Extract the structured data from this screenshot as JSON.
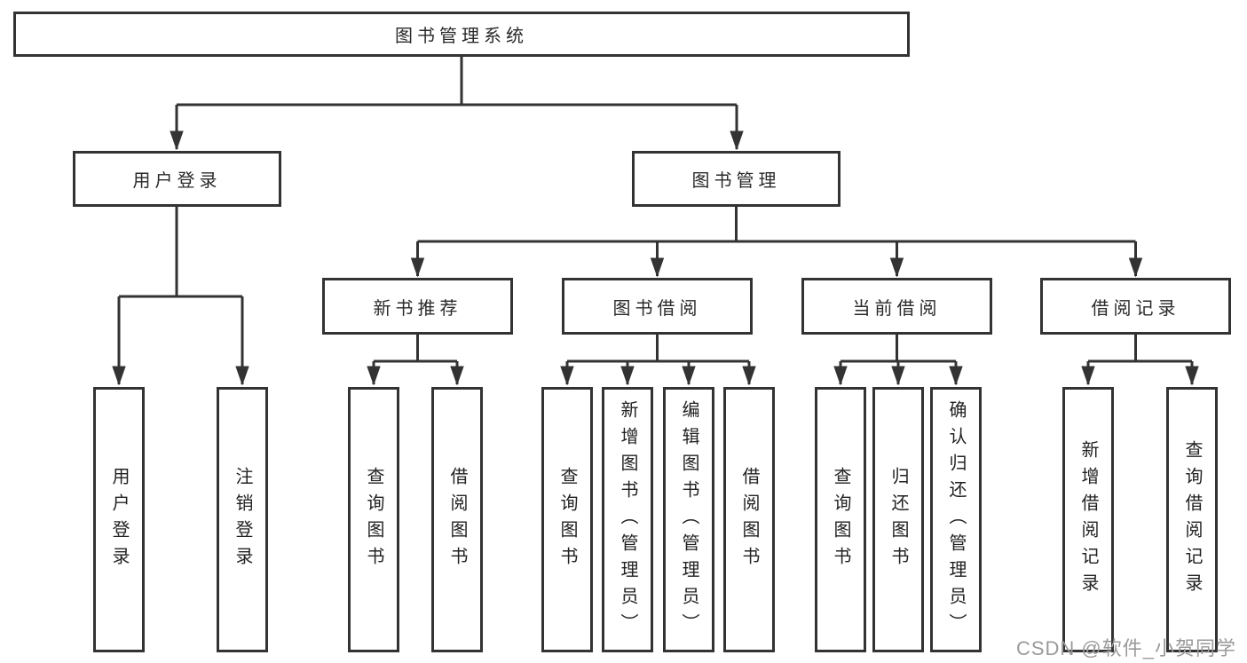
{
  "nodes": {
    "root": "图书管理系统",
    "user_login": "用户登录",
    "book_management": "图书管理",
    "new_book_recommendation": "新书推荐",
    "book_borrowing": "图书借阅",
    "current_borrowing": "当前借阅",
    "borrowing_records": "借阅记录"
  },
  "leaves": {
    "user_login": "用户登录",
    "logout": "注销登录",
    "recommend_query_books": "查询图书",
    "recommend_borrow_books": "借阅图书",
    "borrow_query_books": "查询图书",
    "borrow_add_books_admin": "新增图书（管理员）",
    "borrow_edit_books_admin": "编辑图书（管理员）",
    "borrow_borrow_books": "借阅图书",
    "current_query_books": "查询图书",
    "current_return_books": "归还图书",
    "current_confirm_return_admin": "确认归还（管理员）",
    "records_add_record": "新增借阅记录",
    "records_query_record": "查询借阅记录"
  },
  "watermark": "CSDN @软件_小贺同学",
  "colors": {
    "line": "#333333",
    "box_border": "#333333",
    "text": "#2a2a2a",
    "watermark": "#9a9a9a",
    "background": "#ffffff"
  }
}
